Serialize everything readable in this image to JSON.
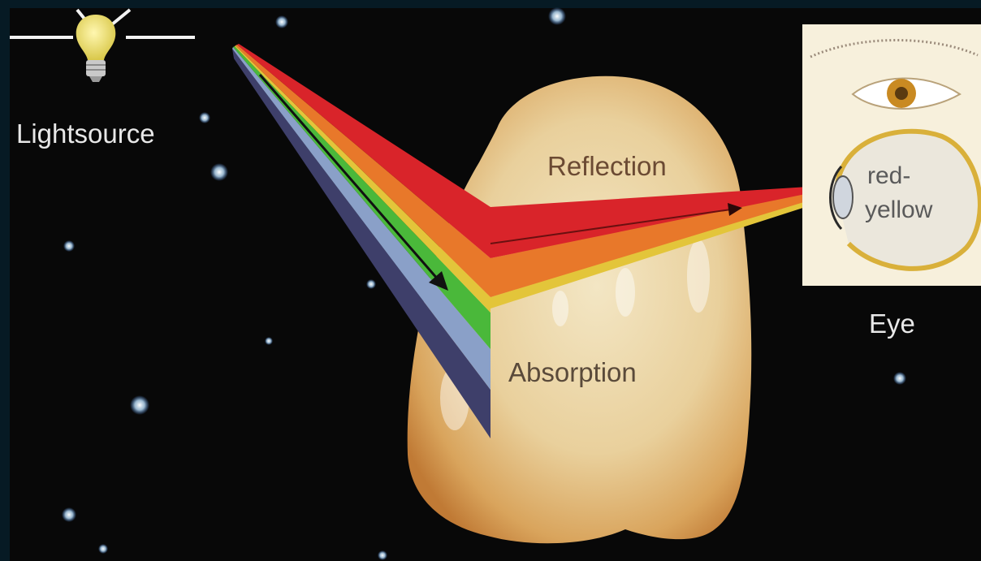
{
  "labels": {
    "light_source": "Lightsource",
    "reflection": "Reflection",
    "absorption": "Absorption",
    "perceived_line1": "red-",
    "perceived_line2": "yellow",
    "eye": "Eye"
  },
  "icons": {
    "light_source": "light-bulb-icon",
    "eye": "eye-icon"
  },
  "colors": {
    "background": "#080808",
    "frame": "#061a24",
    "text": "#e8e8e8",
    "tooth_text": "#6b4a33",
    "red": "#d9242a",
    "orange": "#e8782a",
    "yellow": "#e3c53a",
    "green": "#4ab83a",
    "blue": "#8aa0c8",
    "violet": "#3e3f6a"
  }
}
